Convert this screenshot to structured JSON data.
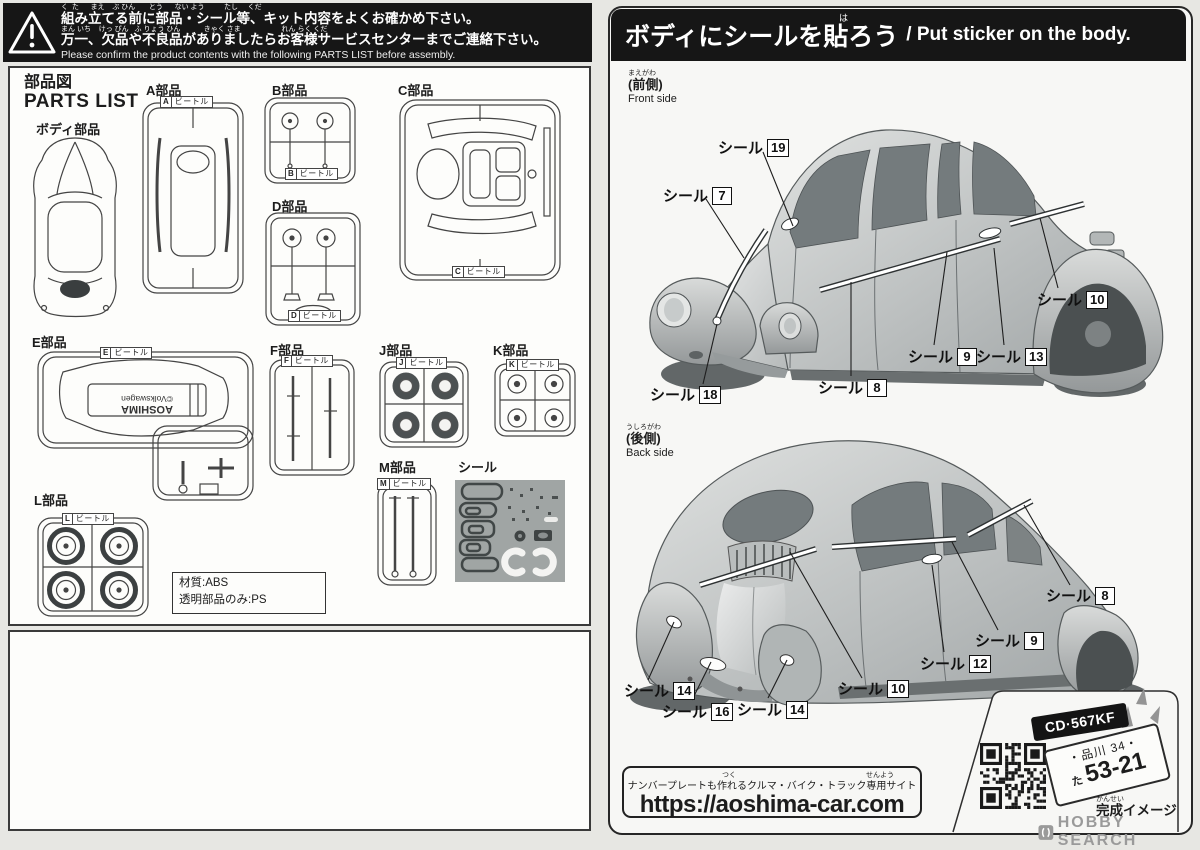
{
  "left_page": {
    "warning": {
      "furigana1": "く  た      まえ    ぶ ひん       とう      ない よう          たし     くだ",
      "line1": "組み立てる前に部品・シール等、キット内容をよくお確かめ下さい。",
      "furigana2": "まん いち    けっ ぴん   ふ りょう ひん            きゃく さま                     れん らく くだ",
      "line2": "万一、欠品や不良品がありましたらお客様サービスセンターまでご連絡下さい。",
      "line3": "Please confirm the product contents with the following PARTS LIST before assembly."
    },
    "title_jp": "部品図",
    "title_en": "PARTS LIST",
    "body_label": "ボディ部品",
    "sprues": {
      "A": {
        "label": "A部品",
        "tag_letter": "A",
        "tag_word": "ビートル"
      },
      "B": {
        "label": "B部品",
        "tag_letter": "B",
        "tag_word": "ビートル"
      },
      "C": {
        "label": "C部品",
        "tag_letter": "C",
        "tag_word": "ビートル"
      },
      "D": {
        "label": "D部品",
        "tag_letter": "D",
        "tag_word": "ビートル"
      },
      "E": {
        "label": "E部品",
        "tag_letter": "E",
        "tag_word": "ビートル"
      },
      "F": {
        "label": "F部品",
        "tag_letter": "F",
        "tag_word": "ビートル"
      },
      "J": {
        "label": "J部品",
        "tag_letter": "J",
        "tag_word": "ビートル"
      },
      "K": {
        "label": "K部品",
        "tag_letter": "K",
        "tag_word": "ビートル"
      },
      "L": {
        "label": "L部品",
        "tag_letter": "L",
        "tag_word": "ビートル"
      },
      "M": {
        "label": "M部品",
        "tag_letter": "M",
        "tag_word": "ビートル"
      }
    },
    "sticker_sheet_label": "シール",
    "chassis_copyright": "©Volkswagen",
    "chassis_brand": "AOSHIMA",
    "material_line1": "材質:ABS",
    "material_line2": "透明部品のみ:PS"
  },
  "right_page": {
    "header_furigana": "は",
    "header_jp": "ボディにシールを貼ろう",
    "header_en": "/ Put sticker on the body.",
    "front": {
      "furigana": "まえがわ",
      "label_jp": "(前側)",
      "label_en": "Front side",
      "stickers": [
        {
          "label": "シール",
          "num": "19"
        },
        {
          "label": "シール",
          "num": "7"
        },
        {
          "label": "シール",
          "num": "10"
        },
        {
          "label": "シール",
          "num": "9"
        },
        {
          "label": "シール",
          "num": "13"
        },
        {
          "label": "シール",
          "num": "8"
        },
        {
          "label": "シール",
          "num": "18"
        }
      ]
    },
    "back": {
      "furigana": "うしろがわ",
      "label_jp": "(後側)",
      "label_en": "Back side",
      "stickers": [
        {
          "label": "シール",
          "num": "8"
        },
        {
          "label": "シール",
          "num": "9"
        },
        {
          "label": "シール",
          "num": "12"
        },
        {
          "label": "シール",
          "num": "10"
        },
        {
          "label": "シール",
          "num": "14"
        },
        {
          "label": "シール",
          "num": "16"
        },
        {
          "label": "シール",
          "num": "14"
        }
      ]
    },
    "plate_black": "CD·567KF",
    "plate_white_line1": "・品川 34・",
    "plate_white_prefix": "た",
    "plate_white_number": "53-21",
    "finished_furigana": "かんせい",
    "finished_label": "完成イメージ",
    "site_furigana_1": "つく",
    "site_furigana_2": "せんよう",
    "site_note": "ナンバープレートも作れるクルマ・バイク・トラック専用サイト",
    "site_url": "https://aoshima-car.com",
    "watermark": "HOBBY SEARCH"
  }
}
